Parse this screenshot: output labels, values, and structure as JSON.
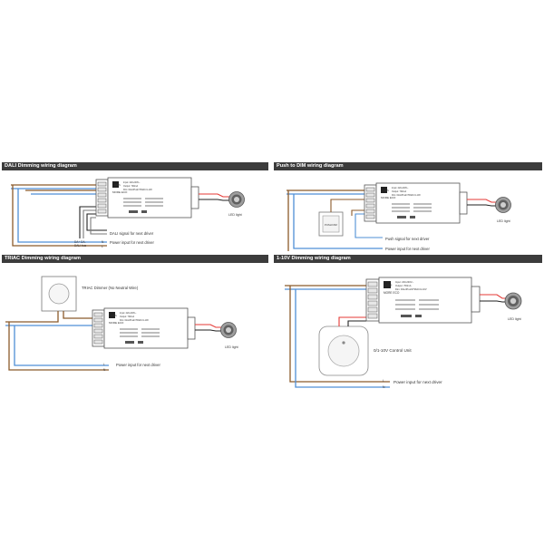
{
  "panels": {
    "dali": {
      "title": "DALI Dimming wiring diagram",
      "labels": {
        "da_terminals": "DA+  DA-",
        "bus_label": "DALI bus",
        "signal_next": "DALI signal for next driver",
        "power_next": "Power input for next driver",
        "led_light": "LED light",
        "n": "N",
        "l": "L"
      }
    },
    "push": {
      "title": "Push to DIM wiring diagram",
      "labels": {
        "switch_text": "PUSH DIM",
        "signal_next": "Push signal for next driver",
        "power_next": "Power input for next driver",
        "led_light": "LED light"
      }
    },
    "triac": {
      "title": "TRIAC Dimming wiring diagram",
      "labels": {
        "dimmer": "TRIAC Dimmer (No Neutral Wire)",
        "power_next": "Power input for next driver",
        "led_light": "LED light",
        "l": "L",
        "n": "N"
      }
    },
    "volt": {
      "title": "1-10V Dimming wiring diagram",
      "labels": {
        "control": "0/1-10V Control Unit",
        "power_next": "Power input for next driver",
        "led_light": "LED light",
        "l": "L",
        "n": "N"
      }
    }
  },
  "driver": {
    "brand": "LEDS",
    "model": "MORE ECO",
    "specs": [
      "Input: 220-240V~",
      "Output: 700mA",
      "Dim: DALI/Push/TRIAC/1-10V"
    ]
  },
  "colors": {
    "header": "#3c3c3c",
    "line_live": "#8b5a2b",
    "line_neutral": "#4f8fd6",
    "wire_red": "#e53935",
    "wire_black": "#222222",
    "wire_gray": "#7a7a7a"
  }
}
